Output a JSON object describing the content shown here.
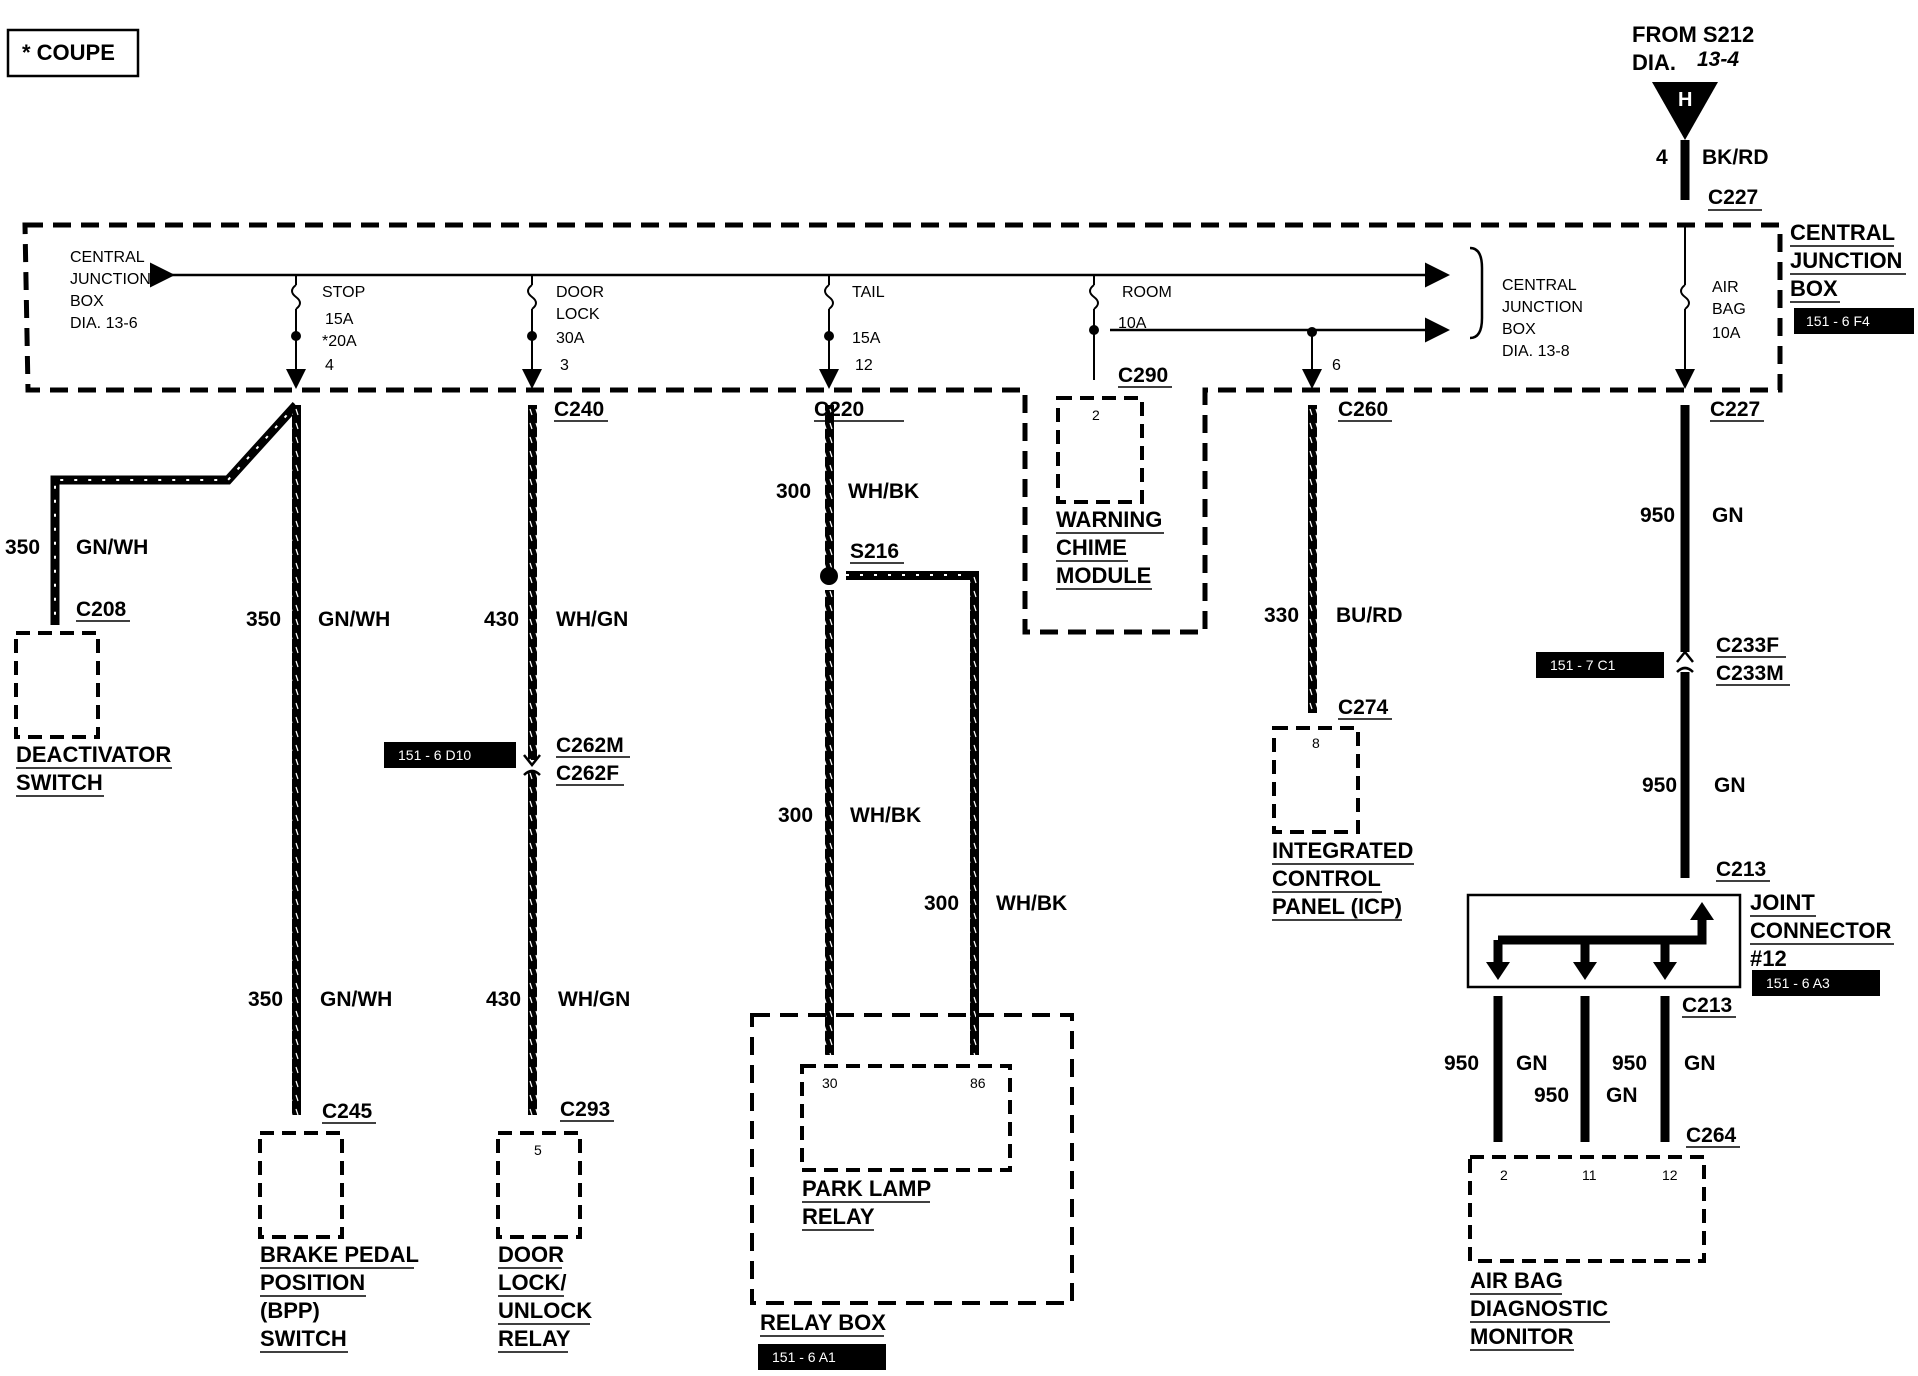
{
  "legend": {
    "coupe": "* COUPE"
  },
  "source": {
    "line1": "FROM S212",
    "dia_prefix": "DIA.",
    "dia_ref": "13-4",
    "symbol": "H",
    "circuit": "4",
    "color": "BK/RD"
  },
  "cjb": {
    "left_ref": [
      "CENTRAL",
      "JUNCTION",
      "BOX",
      "DIA. 13-6"
    ],
    "right_ref": [
      "CENTRAL",
      "JUNCTION",
      "BOX",
      "DIA. 13-8"
    ],
    "title": [
      "CENTRAL",
      "JUNCTION",
      "BOX"
    ],
    "tag": "151 - 6 F4",
    "fuses": [
      {
        "name": "STOP",
        "rating": "15A",
        "alt": "*20A",
        "pin": "4"
      },
      {
        "name": "DOOR",
        "name2": "LOCK",
        "rating": "30A",
        "pin": "3"
      },
      {
        "name": "TAIL",
        "rating": "15A",
        "pin": "12"
      },
      {
        "name": "ROOM",
        "rating": "10A"
      },
      {
        "name": "AIR",
        "name2": "BAG",
        "rating": "10A"
      }
    ],
    "room_pin_out": "6"
  },
  "connectors": {
    "c227_top": "C227",
    "c227_bottom": "C227",
    "c240": "C240",
    "c220": "C220",
    "c290": "C290",
    "c260": "C260",
    "s216": "S216",
    "c208": "C208",
    "c262m": "C262M",
    "c262f": "C262F",
    "c274": "C274",
    "c233f": "C233F",
    "c233m": "C233M",
    "c213_top": "C213",
    "c213_bottom": "C213",
    "c245": "C245",
    "c293": "C293",
    "c264": "C264"
  },
  "wires": {
    "deact": {
      "circuit": "350",
      "color": "GN/WH"
    },
    "stop_mid": {
      "circuit": "350",
      "color": "GN/WH"
    },
    "stop_low": {
      "circuit": "350",
      "color": "GN/WH"
    },
    "door_mid": {
      "circuit": "430",
      "color": "WH/GN"
    },
    "door_low": {
      "circuit": "430",
      "color": "WH/GN"
    },
    "tail_top": {
      "circuit": "300",
      "color": "WH/BK"
    },
    "tail_mid": {
      "circuit": "300",
      "color": "WH/BK"
    },
    "tail_branch": {
      "circuit": "300",
      "color": "WH/BK"
    },
    "room": {
      "circuit": "330",
      "color": "BU/RD"
    },
    "airbag_top": {
      "circuit": "950",
      "color": "GN"
    },
    "airbag_mid": {
      "circuit": "950",
      "color": "GN"
    },
    "diag1": {
      "circuit": "950",
      "color": "GN"
    },
    "diag2": {
      "circuit": "950",
      "color": "GN"
    },
    "diag3": {
      "circuit": "950",
      "color": "GN"
    }
  },
  "components": {
    "deactivator": [
      "DEACTIVATOR",
      "SWITCH"
    ],
    "chime": {
      "pin": "2",
      "label": [
        "WARNING",
        "CHIME",
        "MODULE"
      ]
    },
    "icp": {
      "pin": "8",
      "label": [
        "INTEGRATED",
        "CONTROL",
        "PANEL (ICP)"
      ]
    },
    "bpp": [
      "BRAKE PEDAL",
      "POSITION",
      "(BPP)",
      "SWITCH"
    ],
    "door_relay": {
      "pin": "5",
      "label": [
        "DOOR",
        "LOCK/",
        "UNLOCK",
        "RELAY"
      ]
    },
    "park_relay": {
      "pin_a": "30",
      "pin_b": "86",
      "label": [
        "PARK LAMP",
        "RELAY"
      ]
    },
    "relay_box": {
      "label": "RELAY BOX",
      "tag": "151 - 6 A1"
    },
    "joint": {
      "label": [
        "JOINT",
        "CONNECTOR",
        "#12"
      ],
      "tag": "151 - 6 A3"
    },
    "airbag_mon": {
      "pins": [
        "2",
        "11",
        "12"
      ],
      "label": [
        "AIR BAG",
        "DIAGNOSTIC",
        "MONITOR"
      ]
    }
  },
  "tags": {
    "c262": "151 - 6 D10",
    "c233": "151 - 7 C1"
  }
}
